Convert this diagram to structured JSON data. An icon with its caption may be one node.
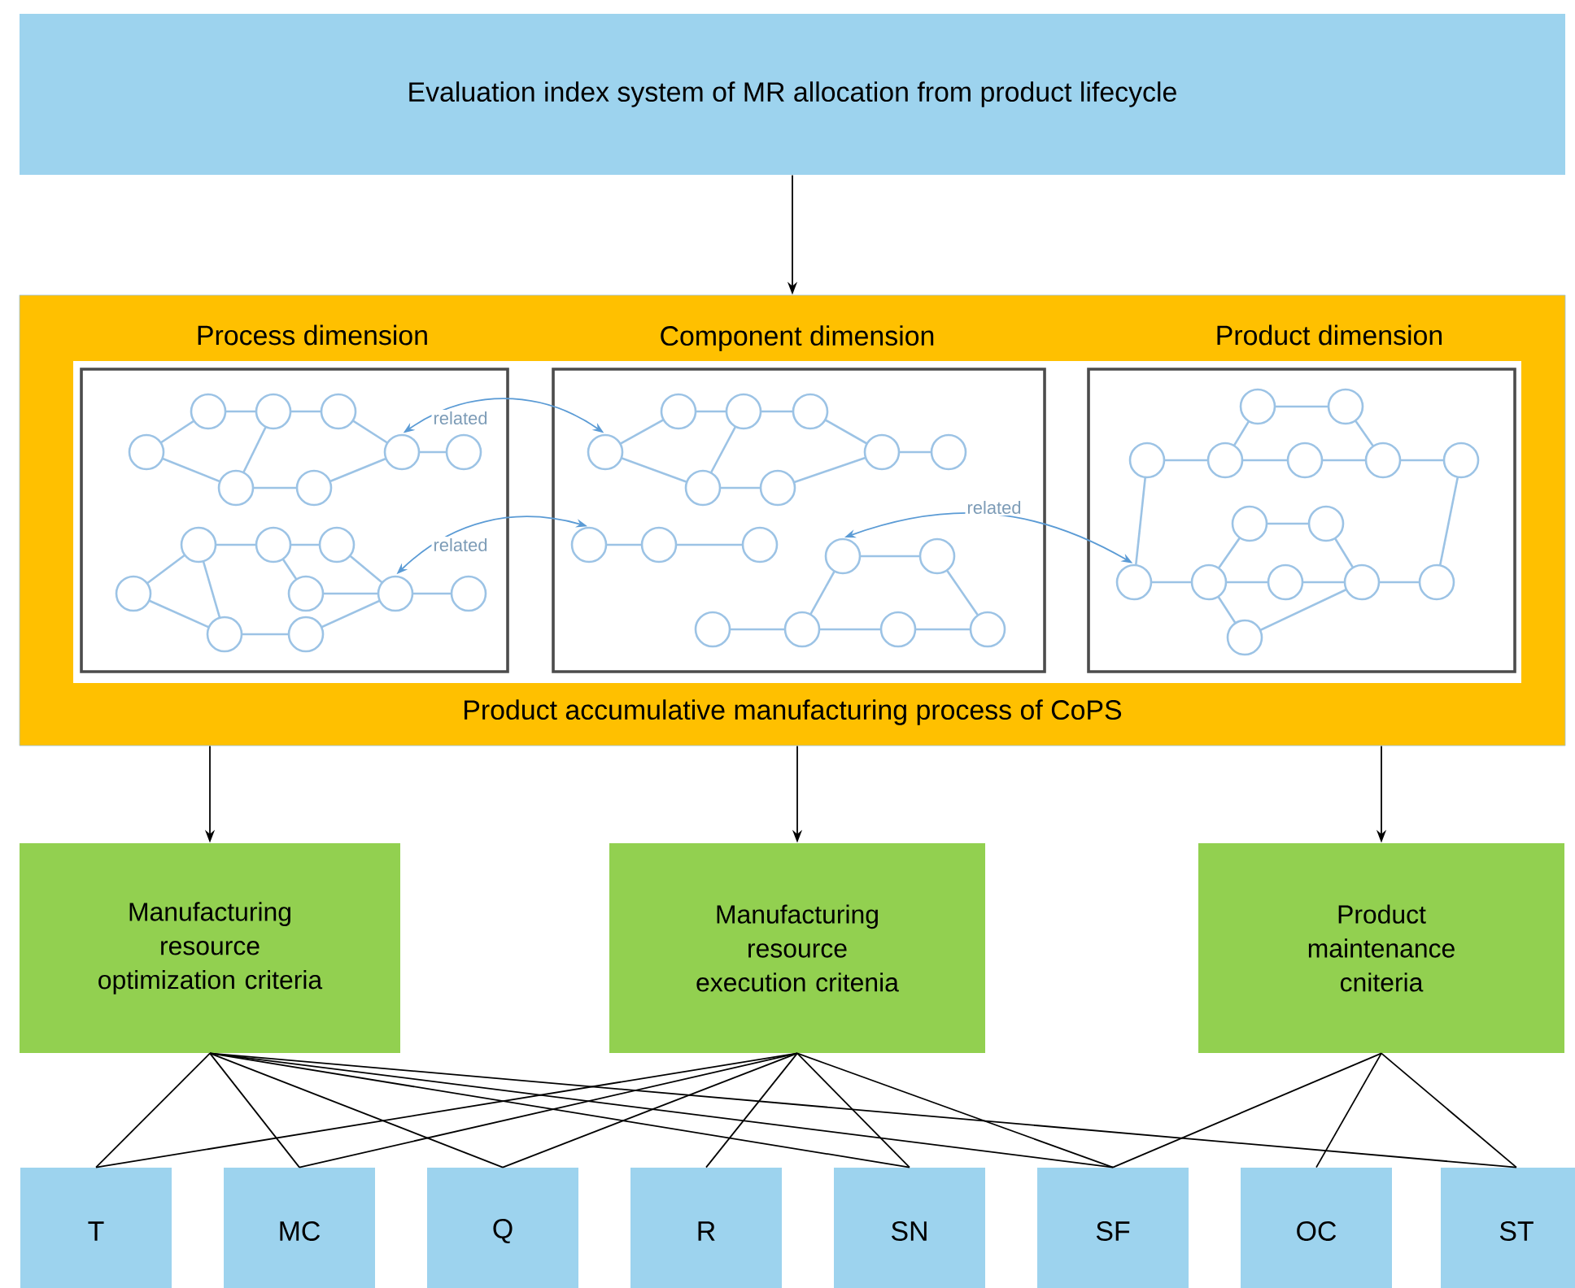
{
  "diagram": {
    "nodes": [
      {
        "text": [
          "Evaluation index system of MR allocation from product lifecycle"
        ]
      },
      {
        "text": [
          "Product accumulative manufacturing process of CoPS"
        ]
      },
      {
        "text": [
          "Process dimension"
        ],
        "in": 1
      },
      {
        "text": [
          "Component dimension"
        ],
        "in": 1
      },
      {
        "text": [
          "Product dimension"
        ],
        "in": 1
      },
      {
        "text": [],
        "shape": "circle",
        "in": 2
      },
      {
        "text": [],
        "shape": "circle",
        "in": 3
      },
      {
        "text": [],
        "shape": "circle",
        "in": 2
      },
      {
        "text": [],
        "shape": "circle",
        "in": 3
      },
      {
        "text": [],
        "shape": "circle",
        "in": 3
      },
      {
        "text": [],
        "shape": "circle",
        "in": 4
      },
      {
        "text": [
          "Manufacturing resource optimization criteria"
        ]
      },
      {
        "text": [
          "Manufacturing resource execution critenia"
        ]
      },
      {
        "text": [
          "Product maintenance cniteria"
        ]
      },
      {
        "text": [
          "T"
        ]
      },
      {
        "text": [
          "MC"
        ]
      },
      {
        "text": [
          "Q"
        ]
      },
      {
        "text": [
          "R"
        ]
      },
      {
        "text": [
          "SN"
        ]
      },
      {
        "text": [
          "SF"
        ]
      },
      {
        "text": [
          "OC"
        ]
      },
      {
        "text": [
          "ST"
        ]
      }
    ],
    "edges": [
      {
        "from": 0,
        "to": 1,
        "arrow": "to"
      },
      {
        "from": 5,
        "to": 6,
        "arrow": "both",
        "label": "related",
        "color": "#5b9bd5"
      },
      {
        "from": 7,
        "to": 8,
        "arrow": "both",
        "label": "related",
        "color": "#5b9bd5"
      },
      {
        "from": 9,
        "to": 10,
        "arrow": "both",
        "label": "related",
        "color": "#5b9bd5"
      },
      {
        "from": 1,
        "to": 11,
        "arrow": "to"
      },
      {
        "from": 1,
        "to": 12,
        "arrow": "to"
      },
      {
        "from": 1,
        "to": 13,
        "arrow": "to"
      },
      {
        "from": 11,
        "to": 14,
        "arrow": "none"
      },
      {
        "from": 11,
        "to": 15,
        "arrow": "none"
      },
      {
        "from": 11,
        "to": 16,
        "arrow": "none"
      },
      {
        "from": 11,
        "to": 18,
        "arrow": "none"
      },
      {
        "from": 11,
        "to": 19,
        "arrow": "none"
      },
      {
        "from": 11,
        "to": 21,
        "arrow": "none"
      },
      {
        "from": 12,
        "to": 14,
        "arrow": "none"
      },
      {
        "from": 12,
        "to": 15,
        "arrow": "none"
      },
      {
        "from": 12,
        "to": 16,
        "arrow": "none"
      },
      {
        "from": 12,
        "to": 17,
        "arrow": "none"
      },
      {
        "from": 12,
        "to": 18,
        "arrow": "none"
      },
      {
        "from": 12,
        "to": 19,
        "arrow": "none"
      },
      {
        "from": 13,
        "to": 19,
        "arrow": "none"
      },
      {
        "from": 13,
        "to": 20,
        "arrow": "none"
      },
      {
        "from": 13,
        "to": 21,
        "arrow": "none"
      }
    ]
  }
}
